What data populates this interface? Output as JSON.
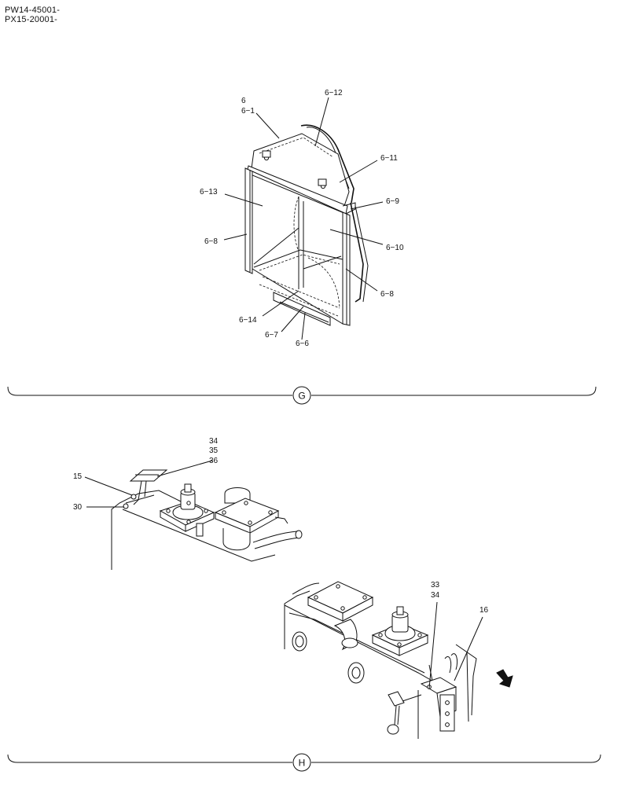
{
  "header": {
    "serial_line_1": "PW14-45001-",
    "serial_line_2": "PX15-20001-"
  },
  "section_g": {
    "marker": "G",
    "callouts": {
      "c6": "6",
      "c6_1": "6−1",
      "c6_12": "6−12",
      "c6_11": "6−11",
      "c6_13": "6−13",
      "c6_9": "6−9",
      "c6_8_left": "6−8",
      "c6_10": "6−10",
      "c6_8_right": "6−8",
      "c6_14": "6−14",
      "c6_7": "6−7",
      "c6_6": "6−6"
    }
  },
  "section_h": {
    "marker": "H",
    "callouts": {
      "c34_top": "34",
      "c35": "35",
      "c36": "36",
      "c15": "15",
      "c30": "30",
      "c33": "33",
      "c34_bottom": "34",
      "c16": "16"
    }
  }
}
